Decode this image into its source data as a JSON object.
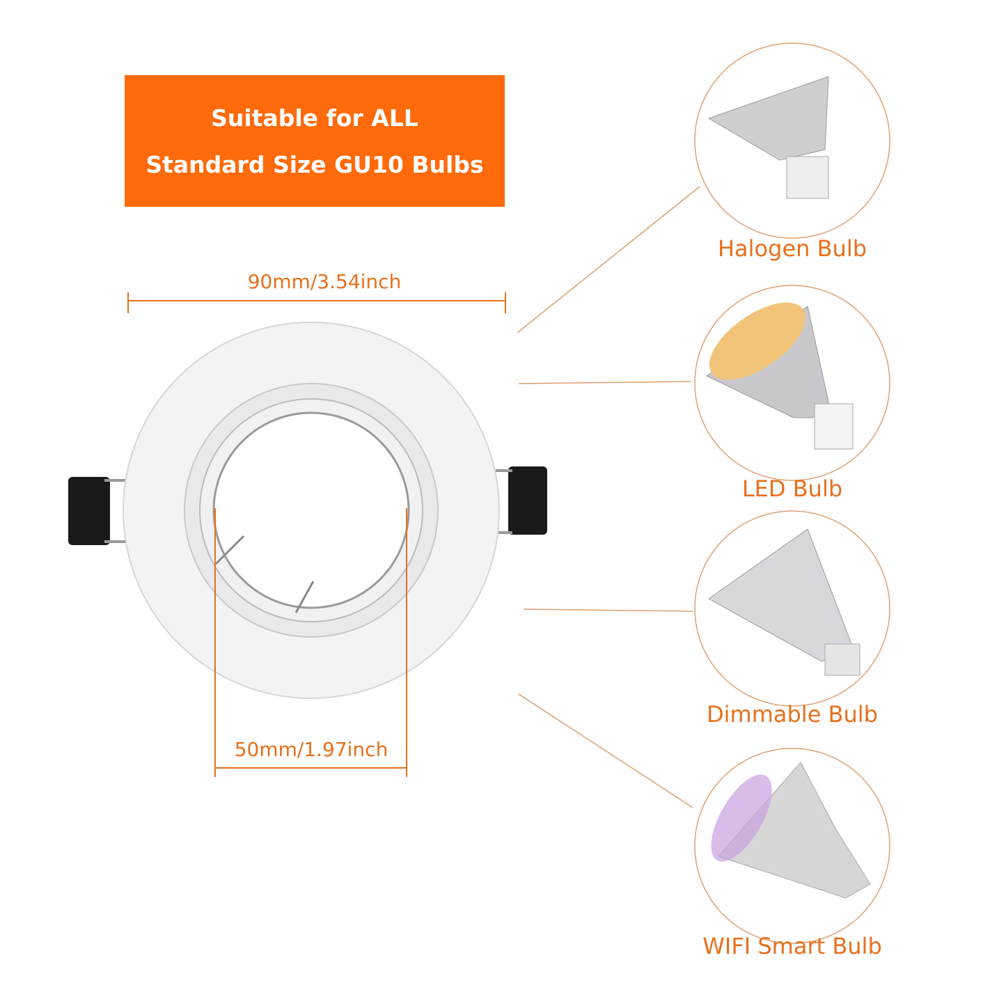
{
  "banner": {
    "line1": "Suitable for ALL",
    "line2": "Standard Size GU10 Bulbs"
  },
  "dimensions": {
    "outer": "90mm/3.54inch",
    "inner": "50mm/1.97inch"
  },
  "bulbs": [
    {
      "label": "Halogen Bulb"
    },
    {
      "label": "LED Bulb"
    },
    {
      "label": "Dimmable Bulb"
    },
    {
      "label": "WIFI Smart Bulb"
    }
  ],
  "colors": {
    "accent": "#ff6a0a",
    "text_accent": "#e8701c",
    "line": "#d9a070"
  }
}
